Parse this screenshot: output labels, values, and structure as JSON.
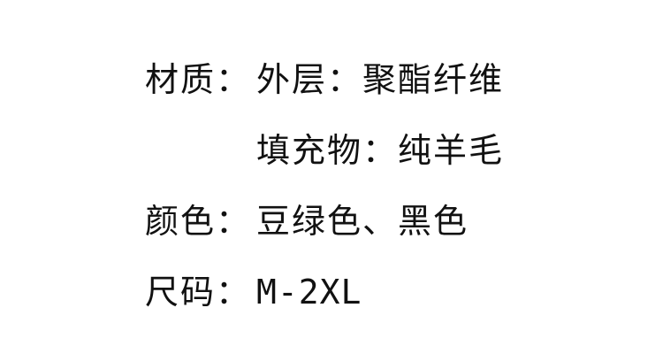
{
  "rows": [
    {
      "key": "材质：",
      "value": "外层：聚酯纤维"
    },
    {
      "key": "",
      "value": "填充物：纯羊毛"
    },
    {
      "key": "颜色：",
      "value": "豆绿色、黑色"
    },
    {
      "key": "尺码：",
      "value": "M-2XL"
    }
  ]
}
